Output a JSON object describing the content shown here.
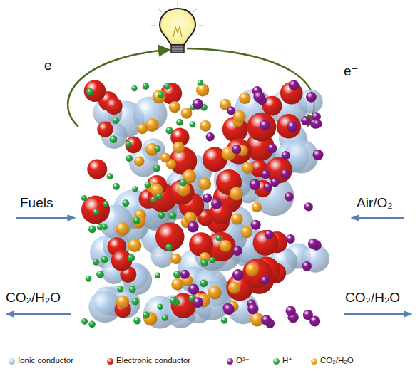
{
  "diagram": {
    "labels": [
      "e⁻",
      "e⁻",
      "Fuels",
      "Air/O₂",
      "CO₂/H₂O",
      "CO₂/H₂O"
    ],
    "legend": [
      {
        "text": "Ionic conductor",
        "color": "#b3d0ef"
      },
      {
        "text": "Electronic conductor",
        "color": "#e0231a"
      },
      {
        "text": "O²⁻",
        "color": "#8e1c94"
      },
      {
        "text": "H⁺",
        "color": "#2db34a"
      },
      {
        "text": "CO₂/H₂O",
        "color": "#f5a623"
      }
    ]
  }
}
